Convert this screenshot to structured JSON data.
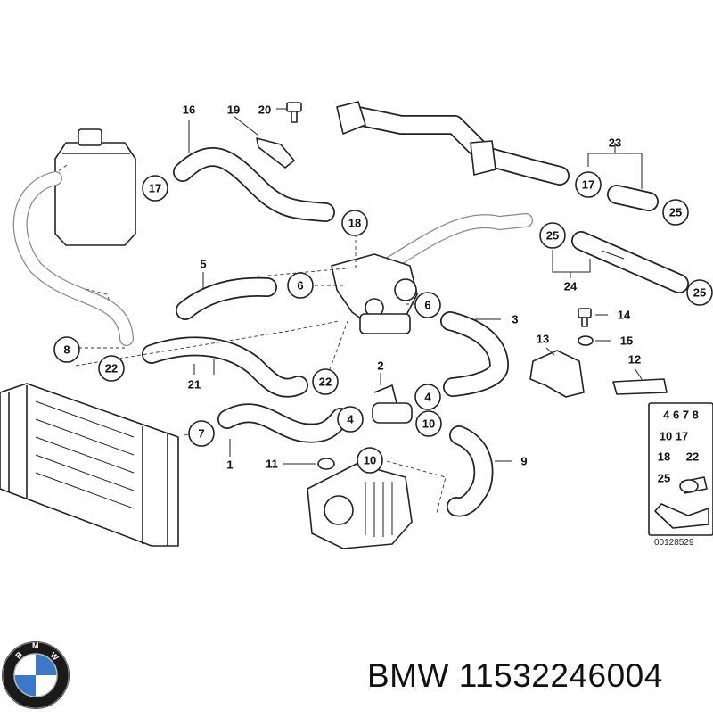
{
  "brand": "BMW",
  "part_number": "11532246004",
  "drawing_number": "00128529",
  "logo_text": "BMW",
  "callouts": {
    "c1": "1",
    "c2": "2",
    "c3": "3",
    "c4a": "4",
    "c4b": "4",
    "c5": "5",
    "c6a": "6",
    "c6b": "6",
    "c7": "7",
    "c8": "8",
    "c9": "9",
    "c10a": "10",
    "c10b": "10",
    "c11": "11",
    "c12": "12",
    "c13": "13",
    "c14": "14",
    "c15": "15",
    "c16": "16",
    "c17a": "17",
    "c17b": "17",
    "c18": "18",
    "c19": "19",
    "c20": "20",
    "c21": "21",
    "c22a": "22",
    "c22b": "22",
    "c23": "23",
    "c24": "24",
    "c25a": "25",
    "c25b": "25",
    "c25c": "25"
  },
  "legend": {
    "row1": "4 6 7 8",
    "row2": "10 17",
    "row3a": "18",
    "row3b": "22",
    "row4": "25"
  },
  "colors": {
    "line": "#222222",
    "brand_blue": "#3a78c8"
  }
}
